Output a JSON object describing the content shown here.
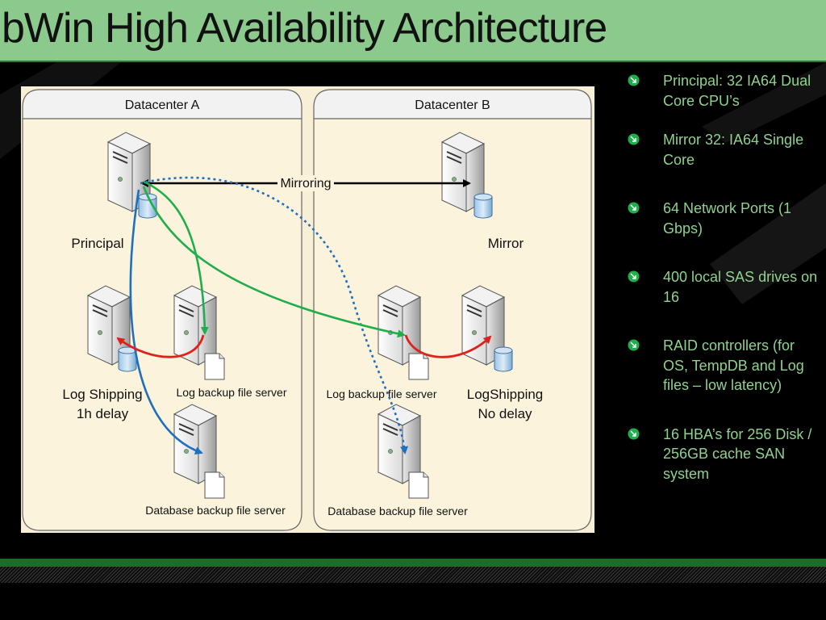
{
  "slide": {
    "title": "bWin High Availability Architecture"
  },
  "diagram": {
    "datacenter_a": "Datacenter A",
    "datacenter_b": "Datacenter B",
    "mirroring_label": "Mirroring",
    "principal_label": "Principal",
    "mirror_label": "Mirror",
    "log_shipping_a_line1": "Log Shipping",
    "log_shipping_a_line2": "1h delay",
    "log_backup_a": "Log backup file server",
    "db_backup_a": "Database backup file server",
    "log_backup_b": "Log backup file server",
    "log_shipping_b_line1": "LogShipping",
    "log_shipping_b_line2": "No delay",
    "db_backup_b": "Database backup file server",
    "colors": {
      "green_arrow": "#1fae4b",
      "red_arrow": "#e0201b",
      "blue_arrow": "#1f6fbf",
      "blue_dotted": "#1f6fbf",
      "black_arrow": "#000000"
    }
  },
  "bullets": [
    "Principal: 32 IA64 Dual Core CPU’s",
    "Mirror 32: IA64 Single Core",
    "64 Network Ports (1 Gbps)",
    "400 local SAS drives on 16",
    "RAID controllers (for OS, TempDB and Log files – low latency)",
    "16 HBA’s for 256 Disk / 256GB cache SAN system"
  ],
  "theme": {
    "title_bar": "#8cc98c",
    "bullet_text": "#8fd18f",
    "footer_band": "#1f6b2a"
  }
}
